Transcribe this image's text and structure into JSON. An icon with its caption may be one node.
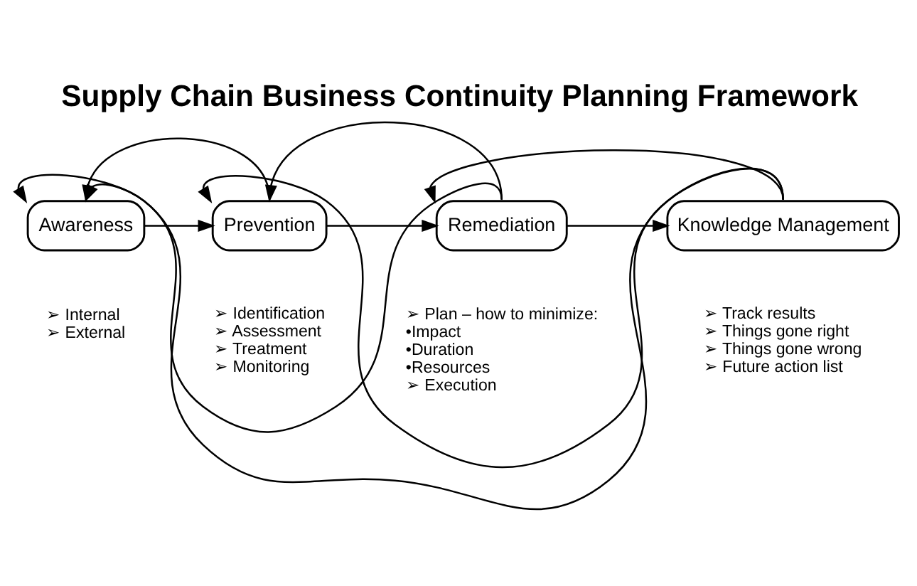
{
  "diagram": {
    "title": "Supply Chain Business Continuity Planning Framework",
    "nodes": [
      {
        "text": [
          "Awareness"
        ],
        "beside": [
          "➢ Internal",
          "➢ External"
        ]
      },
      {
        "text": [
          "Prevention"
        ],
        "beside": [
          "➢ Identification",
          "➢ Assessment",
          "➢ Treatment",
          "➢ Monitoring"
        ]
      },
      {
        "text": [
          "Remediation"
        ],
        "beside": [
          "➢ Plan – how to minimize:",
          "•Impact",
          "•Duration",
          "•Resources",
          "➢ Execution"
        ]
      },
      {
        "text": [
          "Knowledge Management"
        ],
        "beside": [
          "➢ Track results",
          "➢ Things gone right",
          "➢ Things gone wrong",
          "➢ Future action list"
        ]
      }
    ],
    "edges": [
      {
        "from": 0,
        "to": 1,
        "arrow": "to"
      },
      {
        "from": 1,
        "to": 2,
        "arrow": "to"
      },
      {
        "from": 2,
        "to": 3,
        "arrow": "to"
      },
      {
        "from": 3,
        "to": 0,
        "arrow": "to"
      },
      {
        "from": 3,
        "to": 1,
        "arrow": "to"
      },
      {
        "from": 3,
        "to": 2,
        "arrow": "to"
      },
      {
        "from": 1,
        "to": 0,
        "arrow": "to"
      },
      {
        "from": 2,
        "to": 0,
        "arrow": "to"
      },
      {
        "from": 2,
        "to": 1,
        "arrow": "to"
      }
    ]
  }
}
